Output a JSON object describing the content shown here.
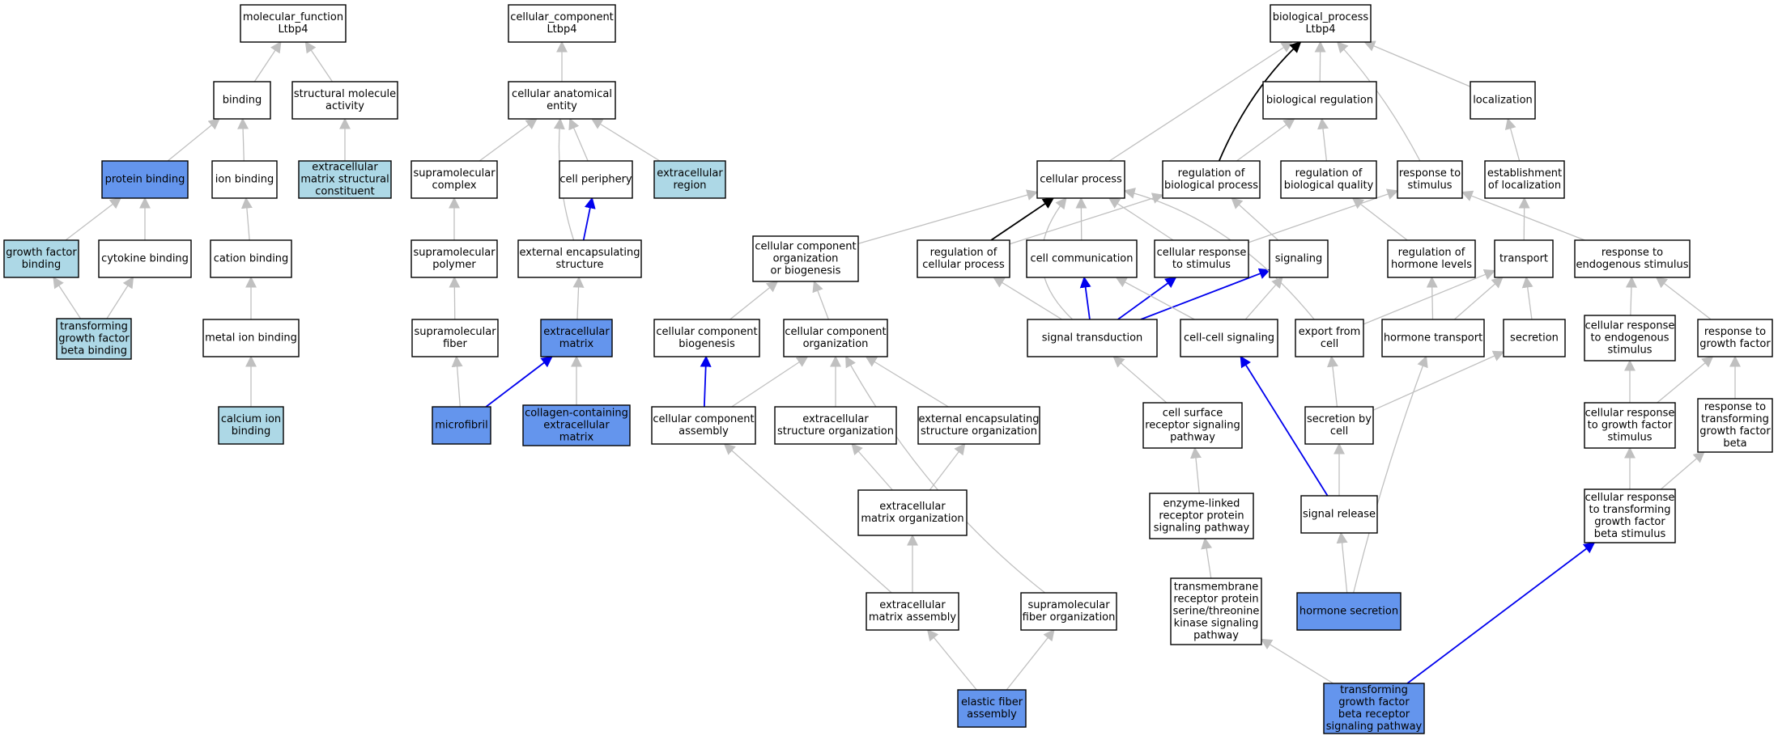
{
  "colors": {
    "plain": "#ffffff",
    "light": "#add8e6",
    "dark": "#6495ed",
    "edge_gray": "#c0c0c0",
    "edge_blue": "#0000ee",
    "edge_black": "#000000"
  },
  "nodes": [
    {
      "id": "mf",
      "lines": [
        "molecular_function",
        "Ltbp4"
      ],
      "fill": "plain"
    },
    {
      "id": "binding",
      "lines": [
        "binding"
      ],
      "fill": "plain"
    },
    {
      "id": "sma",
      "lines": [
        "structural molecule",
        "activity"
      ],
      "fill": "plain"
    },
    {
      "id": "protein_binding",
      "lines": [
        "protein binding"
      ],
      "fill": "dark"
    },
    {
      "id": "ion_binding",
      "lines": [
        "ion binding"
      ],
      "fill": "plain"
    },
    {
      "id": "emsc",
      "lines": [
        "extracellular",
        "matrix structural",
        "constituent"
      ],
      "fill": "light"
    },
    {
      "id": "gfb",
      "lines": [
        "growth factor",
        "binding"
      ],
      "fill": "light"
    },
    {
      "id": "cytokine_binding",
      "lines": [
        "cytokine binding"
      ],
      "fill": "plain"
    },
    {
      "id": "cation_binding",
      "lines": [
        "cation binding"
      ],
      "fill": "plain"
    },
    {
      "id": "tgfbb",
      "lines": [
        "transforming",
        "growth factor",
        "beta binding"
      ],
      "fill": "light"
    },
    {
      "id": "metal_ion",
      "lines": [
        "metal ion binding"
      ],
      "fill": "plain"
    },
    {
      "id": "calcium",
      "lines": [
        "calcium ion",
        "binding"
      ],
      "fill": "light"
    },
    {
      "id": "cc",
      "lines": [
        "cellular_component",
        "Ltbp4"
      ],
      "fill": "plain"
    },
    {
      "id": "cae",
      "lines": [
        "cellular anatomical",
        "entity"
      ],
      "fill": "plain"
    },
    {
      "id": "smc",
      "lines": [
        "supramolecular",
        "complex"
      ],
      "fill": "plain"
    },
    {
      "id": "cell_periphery",
      "lines": [
        "cell periphery"
      ],
      "fill": "plain"
    },
    {
      "id": "ec_region",
      "lines": [
        "extracellular",
        "region"
      ],
      "fill": "light"
    },
    {
      "id": "smp",
      "lines": [
        "supramolecular",
        "polymer"
      ],
      "fill": "plain"
    },
    {
      "id": "ees",
      "lines": [
        "external encapsulating",
        "structure"
      ],
      "fill": "plain"
    },
    {
      "id": "smf",
      "lines": [
        "supramolecular",
        "fiber"
      ],
      "fill": "plain"
    },
    {
      "id": "ecm",
      "lines": [
        "extracellular",
        "matrix"
      ],
      "fill": "dark"
    },
    {
      "id": "microfibril",
      "lines": [
        "microfibril"
      ],
      "fill": "dark"
    },
    {
      "id": "collagen",
      "lines": [
        "collagen-containing",
        "extracellular",
        "matrix"
      ],
      "fill": "dark"
    },
    {
      "id": "bp",
      "lines": [
        "biological_process",
        "Ltbp4"
      ],
      "fill": "plain"
    },
    {
      "id": "bio_reg",
      "lines": [
        "biological regulation"
      ],
      "fill": "plain"
    },
    {
      "id": "localization",
      "lines": [
        "localization"
      ],
      "fill": "plain"
    },
    {
      "id": "cellular_process",
      "lines": [
        "cellular process"
      ],
      "fill": "plain"
    },
    {
      "id": "rbp",
      "lines": [
        "regulation of",
        "biological process"
      ],
      "fill": "plain"
    },
    {
      "id": "rbq",
      "lines": [
        "regulation of",
        "biological quality"
      ],
      "fill": "plain"
    },
    {
      "id": "rts",
      "lines": [
        "response to",
        "stimulus"
      ],
      "fill": "plain"
    },
    {
      "id": "eol",
      "lines": [
        "establishment",
        "of localization"
      ],
      "fill": "plain"
    },
    {
      "id": "ccob",
      "lines": [
        "cellular component",
        "organization",
        "or biogenesis"
      ],
      "fill": "plain"
    },
    {
      "id": "rcp",
      "lines": [
        "regulation of",
        "cellular process"
      ],
      "fill": "plain"
    },
    {
      "id": "cell_comm",
      "lines": [
        "cell communication"
      ],
      "fill": "plain"
    },
    {
      "id": "crs",
      "lines": [
        "cellular response",
        "to stimulus"
      ],
      "fill": "plain"
    },
    {
      "id": "signaling",
      "lines": [
        "signaling"
      ],
      "fill": "plain"
    },
    {
      "id": "rhl",
      "lines": [
        "regulation of",
        "hormone levels"
      ],
      "fill": "plain"
    },
    {
      "id": "transport",
      "lines": [
        "transport"
      ],
      "fill": "plain"
    },
    {
      "id": "rtes",
      "lines": [
        "response to",
        "endogenous stimulus"
      ],
      "fill": "plain"
    },
    {
      "id": "ccb",
      "lines": [
        "cellular component",
        "biogenesis"
      ],
      "fill": "plain"
    },
    {
      "id": "cco",
      "lines": [
        "cellular component",
        "organization"
      ],
      "fill": "plain"
    },
    {
      "id": "sig_trans",
      "lines": [
        "signal transduction"
      ],
      "fill": "plain"
    },
    {
      "id": "ccs",
      "lines": [
        "cell-cell signaling"
      ],
      "fill": "plain"
    },
    {
      "id": "efc",
      "lines": [
        "export from",
        "cell"
      ],
      "fill": "plain"
    },
    {
      "id": "hormone_transport",
      "lines": [
        "hormone transport"
      ],
      "fill": "plain"
    },
    {
      "id": "secretion",
      "lines": [
        "secretion"
      ],
      "fill": "plain"
    },
    {
      "id": "cres",
      "lines": [
        "cellular response",
        "to endogenous",
        "stimulus"
      ],
      "fill": "plain"
    },
    {
      "id": "rtgf",
      "lines": [
        "response to",
        "growth factor"
      ],
      "fill": "plain"
    },
    {
      "id": "cca",
      "lines": [
        "cellular component",
        "assembly"
      ],
      "fill": "plain"
    },
    {
      "id": "eso",
      "lines": [
        "extracellular",
        "structure organization"
      ],
      "fill": "plain"
    },
    {
      "id": "eeso",
      "lines": [
        "external encapsulating",
        "structure organization"
      ],
      "fill": "plain"
    },
    {
      "id": "csrsp",
      "lines": [
        "cell surface",
        "receptor signaling",
        "pathway"
      ],
      "fill": "plain"
    },
    {
      "id": "sbc",
      "lines": [
        "secretion by",
        "cell"
      ],
      "fill": "plain"
    },
    {
      "id": "crgfs",
      "lines": [
        "cellular response",
        "to growth factor",
        "stimulus"
      ],
      "fill": "plain"
    },
    {
      "id": "rttgfb",
      "lines": [
        "response to",
        "transforming",
        "growth factor",
        "beta"
      ],
      "fill": "plain"
    },
    {
      "id": "emo",
      "lines": [
        "extracellular",
        "matrix organization"
      ],
      "fill": "plain"
    },
    {
      "id": "elrps",
      "lines": [
        "enzyme-linked",
        "receptor protein",
        "signaling pathway"
      ],
      "fill": "plain"
    },
    {
      "id": "signal_release",
      "lines": [
        "signal release"
      ],
      "fill": "plain"
    },
    {
      "id": "crtgfbs",
      "lines": [
        "cellular response",
        "to transforming",
        "growth factor",
        "beta stimulus"
      ],
      "fill": "plain"
    },
    {
      "id": "ema",
      "lines": [
        "extracellular",
        "matrix assembly"
      ],
      "fill": "plain"
    },
    {
      "id": "smfo",
      "lines": [
        "supramolecular",
        "fiber organization"
      ],
      "fill": "plain"
    },
    {
      "id": "tmrp",
      "lines": [
        "transmembrane",
        "receptor protein",
        "serine/threonine",
        "kinase signaling",
        "pathway"
      ],
      "fill": "plain"
    },
    {
      "id": "hormone_secretion",
      "lines": [
        "hormone secretion"
      ],
      "fill": "dark"
    },
    {
      "id": "efa",
      "lines": [
        "elastic fiber",
        "assembly"
      ],
      "fill": "dark"
    },
    {
      "id": "tgfbrsp",
      "lines": [
        "transforming",
        "growth factor",
        "beta receptor",
        "signaling pathway"
      ],
      "fill": "dark"
    }
  ],
  "edges": [
    {
      "from": "binding",
      "to": "mf",
      "color": "gray"
    },
    {
      "from": "sma",
      "to": "mf",
      "color": "gray"
    },
    {
      "from": "protein_binding",
      "to": "binding",
      "color": "gray"
    },
    {
      "from": "ion_binding",
      "to": "binding",
      "color": "gray"
    },
    {
      "from": "emsc",
      "to": "sma",
      "color": "gray"
    },
    {
      "from": "gfb",
      "to": "protein_binding",
      "color": "gray"
    },
    {
      "from": "cytokine_binding",
      "to": "protein_binding",
      "color": "gray"
    },
    {
      "from": "cation_binding",
      "to": "ion_binding",
      "color": "gray"
    },
    {
      "from": "tgfbb",
      "to": "gfb",
      "color": "gray"
    },
    {
      "from": "tgfbb",
      "to": "cytokine_binding",
      "color": "gray"
    },
    {
      "from": "metal_ion",
      "to": "cation_binding",
      "color": "gray"
    },
    {
      "from": "calcium",
      "to": "metal_ion",
      "color": "gray"
    },
    {
      "from": "cae",
      "to": "cc",
      "color": "gray"
    },
    {
      "from": "smc",
      "to": "cae",
      "color": "gray"
    },
    {
      "from": "cell_periphery",
      "to": "cae",
      "color": "gray"
    },
    {
      "from": "ec_region",
      "to": "cae",
      "color": "gray"
    },
    {
      "from": "ees",
      "to": "cae",
      "color": "gray",
      "bend": -20
    },
    {
      "from": "smp",
      "to": "smc",
      "color": "gray"
    },
    {
      "from": "ees",
      "to": "cell_periphery",
      "color": "blue"
    },
    {
      "from": "smf",
      "to": "smp",
      "color": "gray"
    },
    {
      "from": "ecm",
      "to": "ees",
      "color": "gray"
    },
    {
      "from": "microfibril",
      "to": "smf",
      "color": "gray"
    },
    {
      "from": "microfibril",
      "to": "ecm",
      "color": "blue"
    },
    {
      "from": "collagen",
      "to": "ecm",
      "color": "gray"
    },
    {
      "from": "bio_reg",
      "to": "bp",
      "color": "gray"
    },
    {
      "from": "localization",
      "to": "bp",
      "color": "gray"
    },
    {
      "from": "cellular_process",
      "to": "bp",
      "color": "gray"
    },
    {
      "from": "rbp",
      "to": "bp",
      "color": "black",
      "bend": -25
    },
    {
      "from": "rts",
      "to": "bp",
      "color": "gray",
      "bend": 15
    },
    {
      "from": "rbp",
      "to": "bio_reg",
      "color": "gray"
    },
    {
      "from": "rbq",
      "to": "bio_reg",
      "color": "gray"
    },
    {
      "from": "eol",
      "to": "localization",
      "color": "gray"
    },
    {
      "from": "ccob",
      "to": "cellular_process",
      "color": "gray"
    },
    {
      "from": "rcp",
      "to": "cellular_process",
      "color": "black"
    },
    {
      "from": "rcp",
      "to": "rbp",
      "color": "gray"
    },
    {
      "from": "cell_comm",
      "to": "cellular_process",
      "color": "gray"
    },
    {
      "from": "crs",
      "to": "cellular_process",
      "color": "gray"
    },
    {
      "from": "crs",
      "to": "rts",
      "color": "gray"
    },
    {
      "from": "signaling",
      "to": "rbp",
      "color": "gray"
    },
    {
      "from": "rhl",
      "to": "rbq",
      "color": "gray"
    },
    {
      "from": "transport",
      "to": "eol",
      "color": "gray"
    },
    {
      "from": "rtes",
      "to": "rts",
      "color": "gray"
    },
    {
      "from": "ccb",
      "to": "ccob",
      "color": "gray"
    },
    {
      "from": "cco",
      "to": "ccob",
      "color": "gray"
    },
    {
      "from": "sig_trans",
      "to": "rcp",
      "color": "gray"
    },
    {
      "from": "sig_trans",
      "to": "cell_comm",
      "color": "blue"
    },
    {
      "from": "sig_trans",
      "to": "crs",
      "color": "blue"
    },
    {
      "from": "sig_trans",
      "to": "signaling",
      "color": "blue"
    },
    {
      "from": "sig_trans",
      "to": "cellular_process",
      "color": "gray",
      "bend": -90
    },
    {
      "from": "ccs",
      "to": "cell_comm",
      "color": "gray"
    },
    {
      "from": "ccs",
      "to": "signaling",
      "color": "gray"
    },
    {
      "from": "efc",
      "to": "cellular_process",
      "color": "gray",
      "bend": 60
    },
    {
      "from": "efc",
      "to": "transport",
      "color": "gray"
    },
    {
      "from": "hormone_transport",
      "to": "rhl",
      "color": "gray"
    },
    {
      "from": "hormone_transport",
      "to": "transport",
      "color": "gray"
    },
    {
      "from": "secretion",
      "to": "transport",
      "color": "gray"
    },
    {
      "from": "cres",
      "to": "rtes",
      "color": "gray"
    },
    {
      "from": "rtgf",
      "to": "rtes",
      "color": "gray"
    },
    {
      "from": "cca",
      "to": "ccb",
      "color": "blue"
    },
    {
      "from": "cca",
      "to": "cco",
      "color": "gray"
    },
    {
      "from": "eso",
      "to": "cco",
      "color": "gray"
    },
    {
      "from": "eeso",
      "to": "cco",
      "color": "gray"
    },
    {
      "from": "csrsp",
      "to": "sig_trans",
      "color": "gray"
    },
    {
      "from": "sbc",
      "to": "efc",
      "color": "gray"
    },
    {
      "from": "sbc",
      "to": "secretion",
      "color": "gray"
    },
    {
      "from": "crgfs",
      "to": "cres",
      "color": "gray"
    },
    {
      "from": "crgfs",
      "to": "rtgf",
      "color": "gray"
    },
    {
      "from": "rttgfb",
      "to": "rtgf",
      "color": "gray"
    },
    {
      "from": "emo",
      "to": "eso",
      "color": "gray"
    },
    {
      "from": "emo",
      "to": "eeso",
      "color": "gray"
    },
    {
      "from": "elrps",
      "to": "csrsp",
      "color": "gray"
    },
    {
      "from": "signal_release",
      "to": "sbc",
      "color": "gray"
    },
    {
      "from": "signal_release",
      "to": "ccs",
      "color": "blue"
    },
    {
      "from": "crtgfbs",
      "to": "crgfs",
      "color": "gray"
    },
    {
      "from": "crtgfbs",
      "to": "rttgfb",
      "color": "gray"
    },
    {
      "from": "ema",
      "to": "emo",
      "color": "gray"
    },
    {
      "from": "ema",
      "to": "cca",
      "color": "gray"
    },
    {
      "from": "smfo",
      "to": "cco",
      "color": "gray",
      "bend": -45
    },
    {
      "from": "tmrp",
      "to": "elrps",
      "color": "gray"
    },
    {
      "from": "hormone_secretion",
      "to": "signal_release",
      "color": "gray"
    },
    {
      "from": "hormone_secretion",
      "to": "hormone_transport",
      "color": "gray",
      "bend": -10
    },
    {
      "from": "efa",
      "to": "ema",
      "color": "gray"
    },
    {
      "from": "efa",
      "to": "smfo",
      "color": "gray"
    },
    {
      "from": "tgfbrsp",
      "to": "tmrp",
      "color": "gray"
    },
    {
      "from": "tgfbrsp",
      "to": "crtgfbs",
      "color": "blue"
    }
  ]
}
